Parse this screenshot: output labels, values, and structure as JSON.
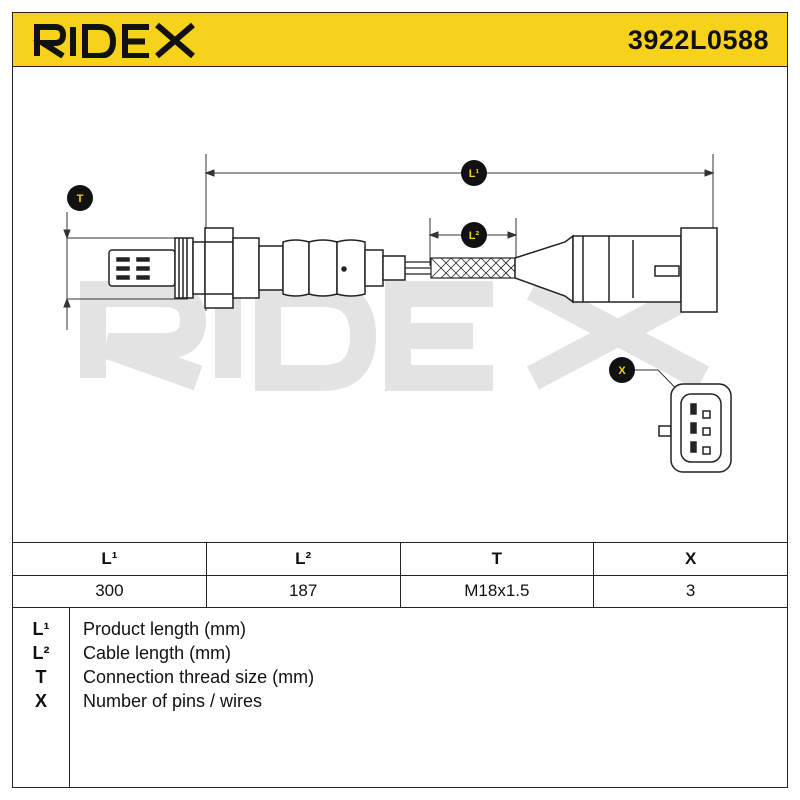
{
  "header": {
    "brand": "RIDEX",
    "part_number": "3922L0588",
    "background_color": "#f6d21a"
  },
  "drawing": {
    "watermark": "RIDEX",
    "dimension_labels": {
      "l1": "L¹",
      "l2": "L²",
      "t": "T",
      "x": "X"
    }
  },
  "spec_table": {
    "headers": [
      "L¹",
      "L²",
      "T",
      "X"
    ],
    "values": [
      "300",
      "187",
      "M18x1.5",
      "3"
    ]
  },
  "legend": [
    {
      "key": "L¹",
      "description": "Product length (mm)"
    },
    {
      "key": "L²",
      "description": "Cable length (mm)"
    },
    {
      "key": "T",
      "description": "Connection thread size (mm)"
    },
    {
      "key": "X",
      "description": "Number of pins / wires"
    }
  ]
}
